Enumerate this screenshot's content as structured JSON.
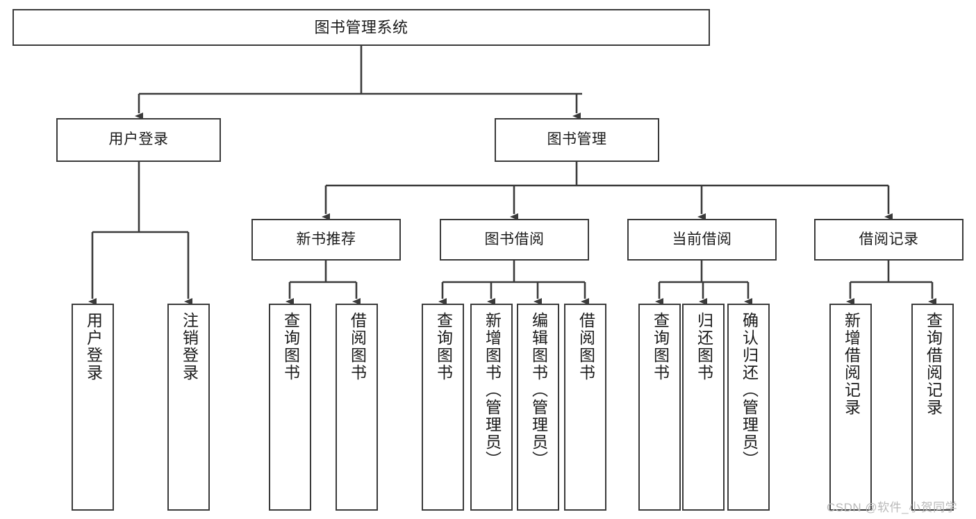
{
  "diagram": {
    "title": "图书管理系统",
    "watermark": "CSDN @软件_小贺同学",
    "stroke_color": "#3a3a3a",
    "text_color": "#1a1a1a",
    "background_color": "#ffffff",
    "watermark_color": "#b9b9b9"
  },
  "nodes": {
    "root": {
      "label": "图书管理系统"
    },
    "level1": [
      {
        "label": "用户登录"
      },
      {
        "label": "图书管理"
      }
    ],
    "level2": [
      {
        "label": "新书推荐"
      },
      {
        "label": "图书借阅"
      },
      {
        "label": "当前借阅"
      },
      {
        "label": "借阅记录"
      }
    ],
    "leaves": {
      "user_login": [
        {
          "label": "用户登录"
        },
        {
          "label": "注销登录"
        }
      ],
      "new_book_recommend": [
        {
          "label": "查询图书"
        },
        {
          "label": "借阅图书"
        }
      ],
      "book_borrow": [
        {
          "label": "查询图书"
        },
        {
          "label": "新增图书（管理员）"
        },
        {
          "label": "编辑图书（管理员）"
        },
        {
          "label": "借阅图书"
        }
      ],
      "current_borrow": [
        {
          "label": "查询图书"
        },
        {
          "label": "归还图书"
        },
        {
          "label": "确认归还（管理员）"
        }
      ],
      "borrow_records": [
        {
          "label": "新增借阅记录"
        },
        {
          "label": "查询借阅记录"
        }
      ]
    }
  }
}
